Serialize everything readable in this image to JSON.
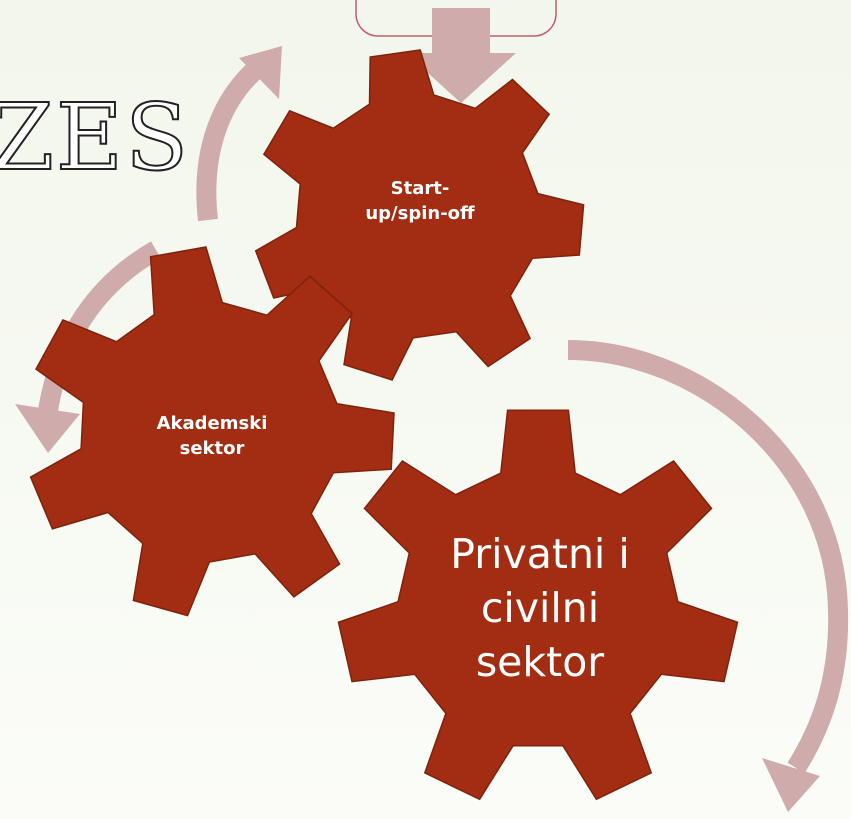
{
  "diagram": {
    "title_fragment": "ZES",
    "gears": [
      {
        "id": "startup",
        "label": "Start-\nup/spin-off"
      },
      {
        "id": "akademski",
        "label": "Akademski\nsektor"
      },
      {
        "id": "privatni",
        "label": "Privatni i\ncivilni\nsektor"
      }
    ]
  },
  "colors": {
    "gear_fill": "#a32d12",
    "gear_stroke": "#7f220c",
    "arrow": "#cfabab",
    "top_box_border": "#c0616b",
    "background": "#f4f8ee"
  }
}
